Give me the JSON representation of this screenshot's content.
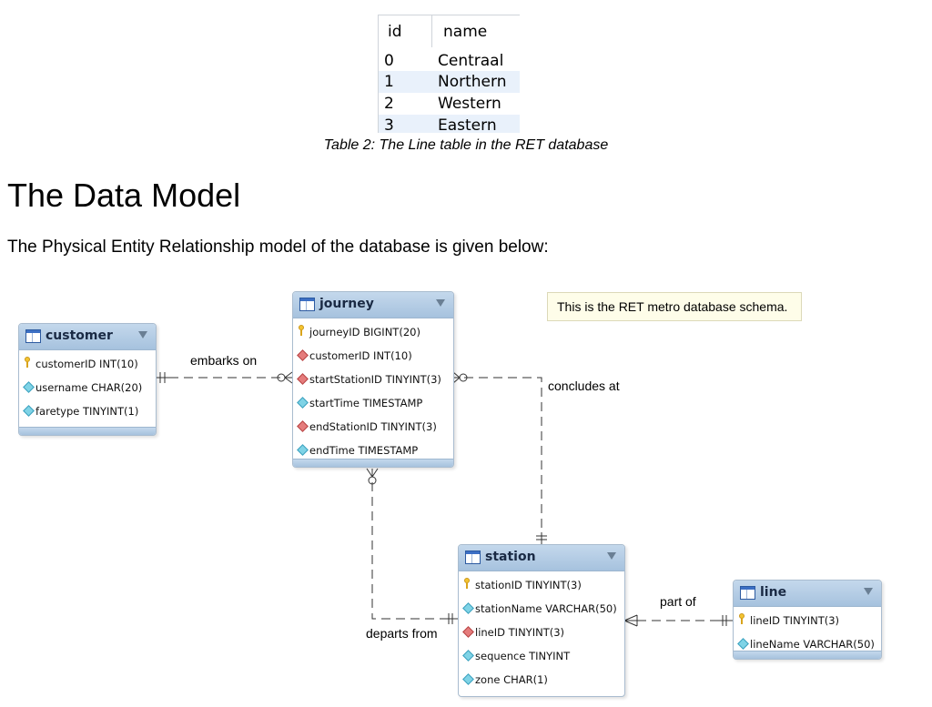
{
  "line_table": {
    "headers": [
      "id",
      "name"
    ],
    "rows": [
      {
        "id": "0",
        "name": "Centraal"
      },
      {
        "id": "1",
        "name": "Northern"
      },
      {
        "id": "2",
        "name": "Western"
      },
      {
        "id": "3",
        "name": "Eastern"
      }
    ],
    "caption": "Table 2: The Line table in the RET database"
  },
  "section_title": "The Data Model",
  "intro_text": "The Physical Entity Relationship model of the database is given below:",
  "note": "This is the RET metro database schema.",
  "entities": {
    "customer": {
      "name": "customer",
      "fields": [
        {
          "icon": "key",
          "text": "customerID INT(10)"
        },
        {
          "icon": "cyan",
          "text": "username CHAR(20)"
        },
        {
          "icon": "cyan",
          "text": "faretype TINYINT(1)"
        }
      ]
    },
    "journey": {
      "name": "journey",
      "fields": [
        {
          "icon": "key",
          "text": "journeyID BIGINT(20)"
        },
        {
          "icon": "red",
          "text": "customerID INT(10)"
        },
        {
          "icon": "red",
          "text": "startStationID TINYINT(3)"
        },
        {
          "icon": "cyan",
          "text": "startTime TIMESTAMP"
        },
        {
          "icon": "red",
          "text": "endStationID TINYINT(3)"
        },
        {
          "icon": "cyan",
          "text": "endTime TIMESTAMP"
        }
      ]
    },
    "station": {
      "name": "station",
      "fields": [
        {
          "icon": "key",
          "text": "stationID TINYINT(3)"
        },
        {
          "icon": "cyan",
          "text": "stationName VARCHAR(50)"
        },
        {
          "icon": "red",
          "text": "lineID TINYINT(3)"
        },
        {
          "icon": "cyan",
          "text": "sequence TINYINT"
        },
        {
          "icon": "cyan",
          "text": "zone CHAR(1)"
        }
      ]
    },
    "line": {
      "name": "line",
      "fields": [
        {
          "icon": "key",
          "text": "lineID TINYINT(3)"
        },
        {
          "icon": "cyan",
          "text": "lineName VARCHAR(50)"
        }
      ]
    }
  },
  "relationships": {
    "embarks_on": "embarks on",
    "concludes_at": "concludes at",
    "departs_from": "departs from",
    "part_of": "part of"
  }
}
